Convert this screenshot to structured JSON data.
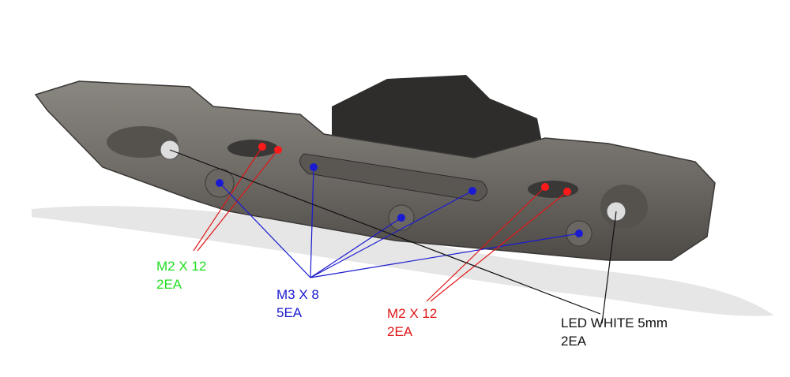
{
  "annotations": [
    {
      "id": "green",
      "part": "M2 X 12",
      "qty": "2EA",
      "color": "#22dd22"
    },
    {
      "id": "blue",
      "part": "M3 X 8",
      "qty": "5EA",
      "color": "#1a1ad0"
    },
    {
      "id": "red",
      "part": "M2 X 12",
      "qty": "2EA",
      "color": "#e01616"
    },
    {
      "id": "black",
      "part": "LED WHITE 5mm",
      "qty": "2EA",
      "color": "#111111"
    }
  ]
}
